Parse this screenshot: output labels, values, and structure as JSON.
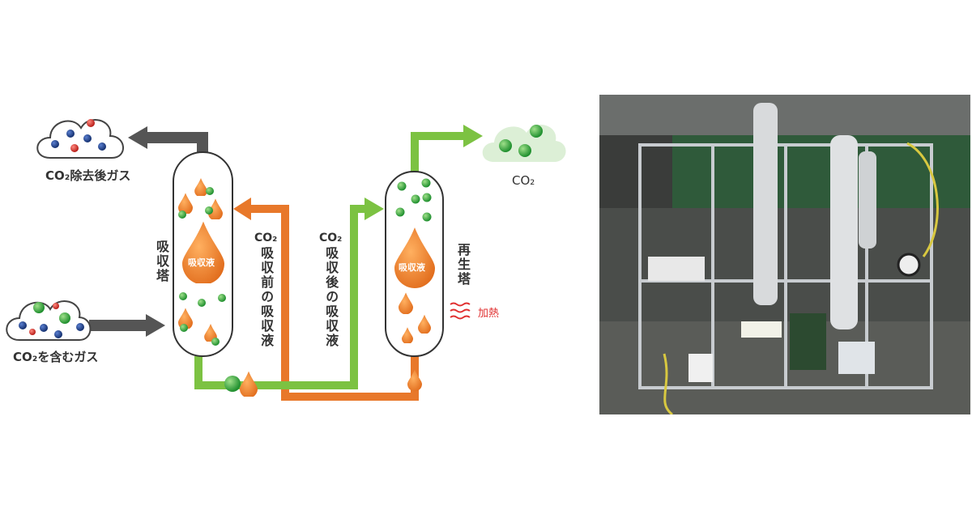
{
  "diagram": {
    "labels": {
      "gas_after_removal": "CO₂除去後ガス",
      "gas_with_co2": "CO₂を含むガス",
      "absorber": "吸収塔",
      "regenerator": "再生塔",
      "heating": "加熱",
      "co2_output": "CO₂",
      "liquid_before_prefix": "CO₂",
      "liquid_before": "吸収前の吸収液",
      "liquid_after_prefix": "CO₂",
      "liquid_after": "吸収後の吸収液",
      "absorbent_absorber": "吸収液",
      "absorbent_regenerator": "吸収液",
      "molecule": "CO₂"
    },
    "colors": {
      "gas_arrow": "#555555",
      "lean_liquid": "#e8782a",
      "rich_liquid": "#7cc242",
      "co2_molecule": "#2e9e3a",
      "other_molecule_blue": "#1f3f8f",
      "other_molecule_red": "#d9332b",
      "heat": "#e03030"
    }
  },
  "photo": {
    "subject": "pilot-plant-photo"
  }
}
